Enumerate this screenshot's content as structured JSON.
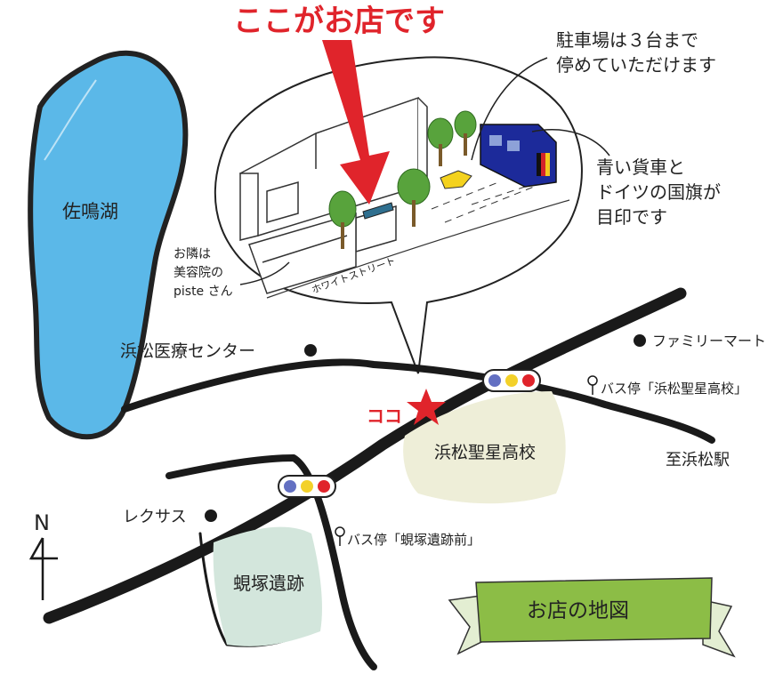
{
  "title": "ここがお店です",
  "lake_label": "佐鳴湖",
  "parking_note": [
    "駐車場は３台まで",
    "停めていただけます"
  ],
  "landmark_note": [
    "青い貨車と",
    "ドイツの国旗が",
    "目印です"
  ],
  "neighbor_note": [
    "お隣は",
    "美容院の",
    "piste さん"
  ],
  "street_label": "ホワイトストリート",
  "here_label": "ココ",
  "places": {
    "medical_center": "浜松医療センター",
    "family_mart": "ファミリーマート",
    "lexus": "レクサス",
    "school": "浜松聖星高校",
    "ruins": "蜆塚遺跡",
    "bus_stop_school": "バス停「浜松聖星高校」",
    "bus_stop_ruins": "バス停「蜆塚遺跡前」",
    "to_station": "至浜松駅"
  },
  "compass": "N",
  "banner": "お店の地図",
  "colors": {
    "lake": "#5bb8e8",
    "school_area": "#eeeed8",
    "ruins_area": "#d3e6dc",
    "banner_green": "#8cbd46",
    "banner_light": "#e3eed2",
    "arrow_red": "#e0242b",
    "wagon_blue": "#1c2a9a"
  }
}
